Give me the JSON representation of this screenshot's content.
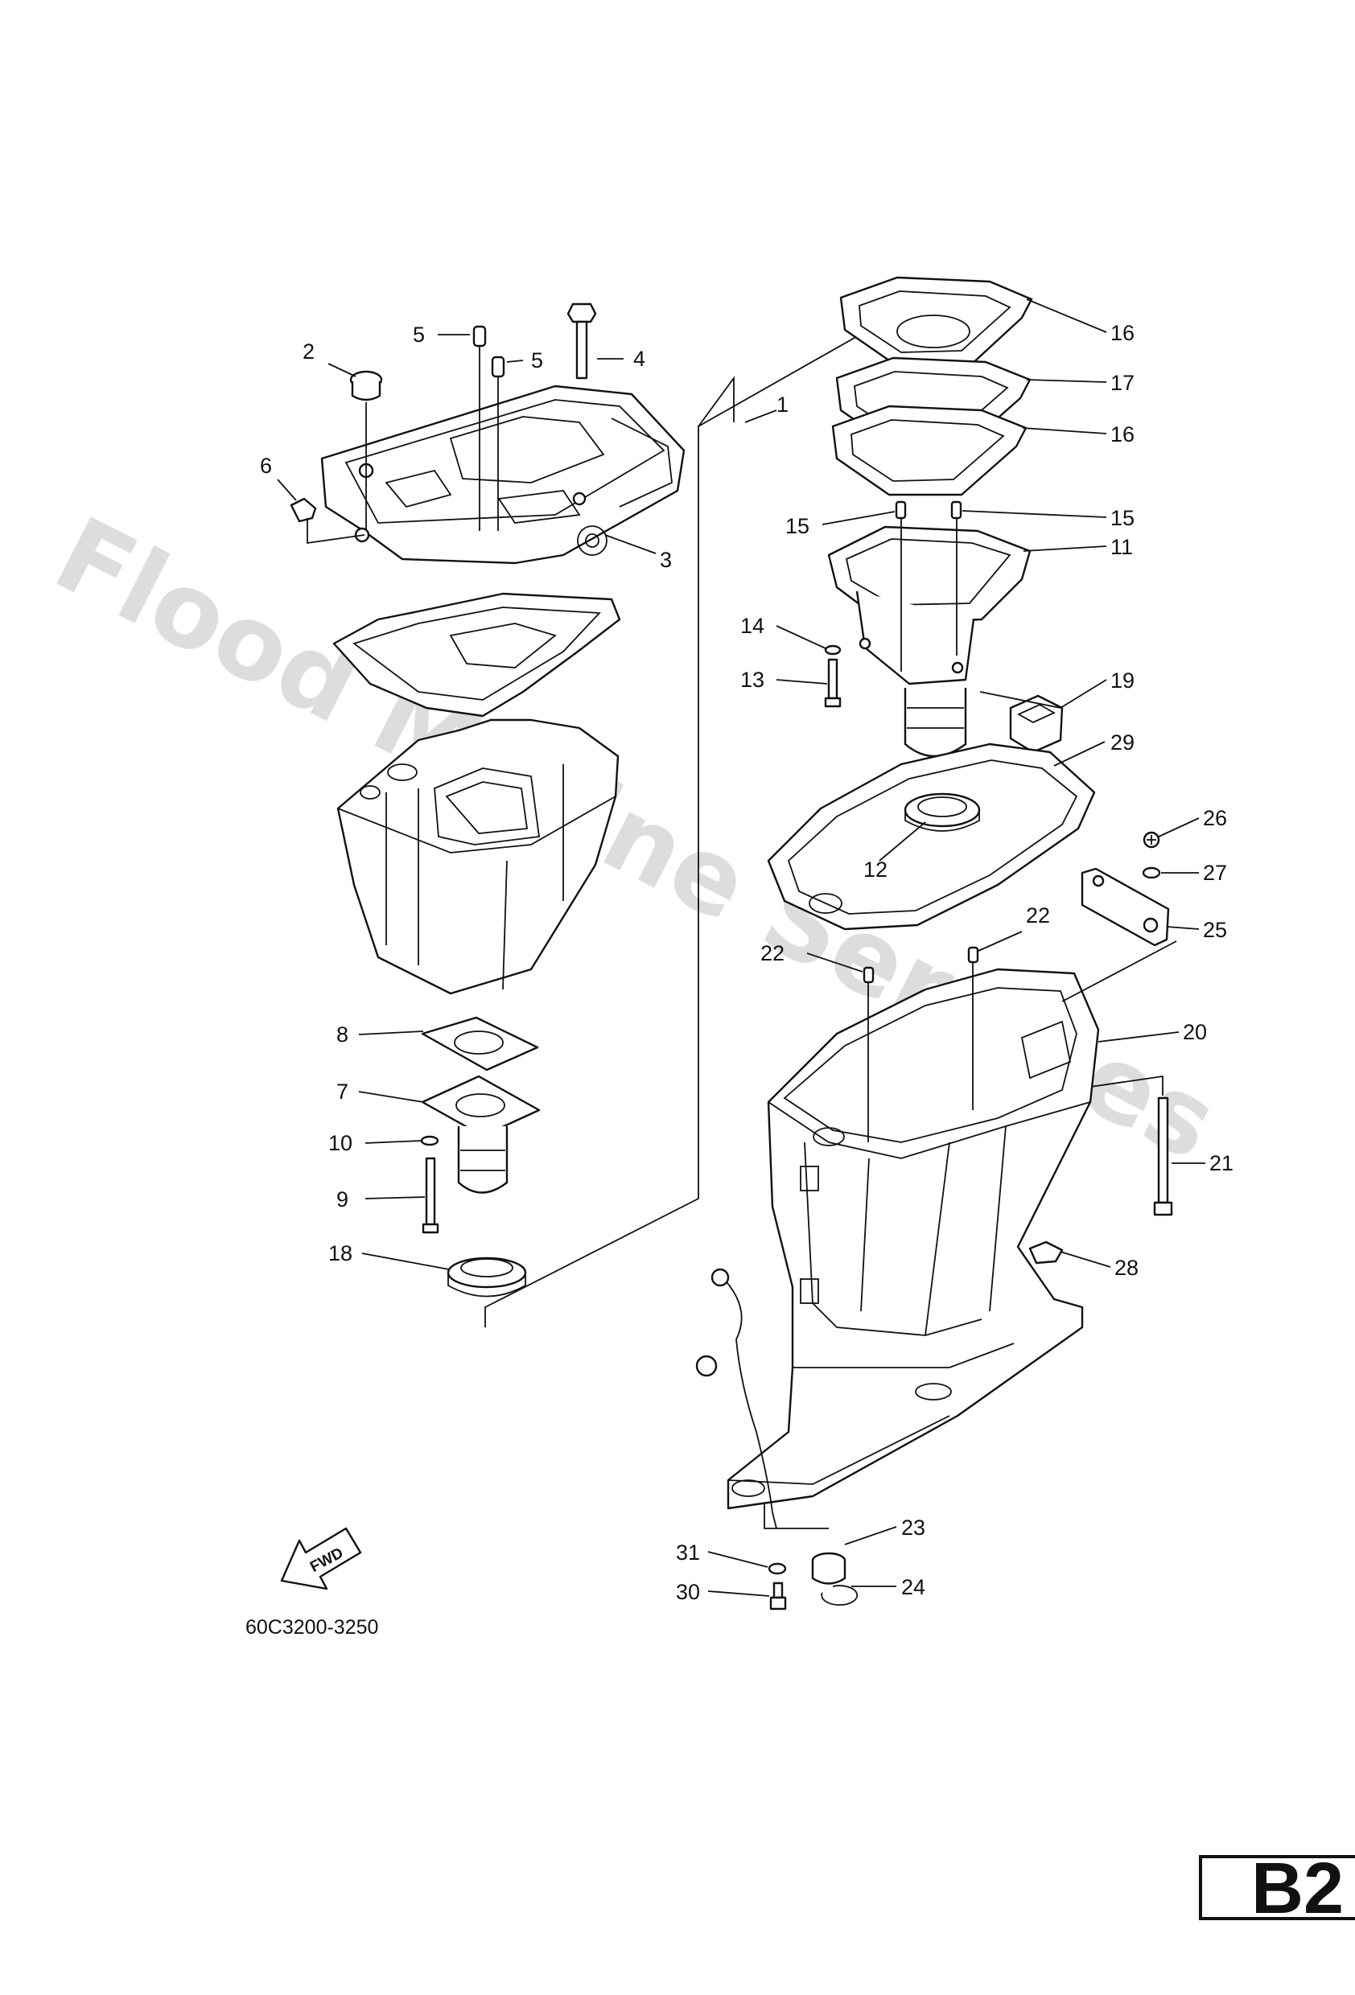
{
  "diagram": {
    "reference_code": "60C3200-3250",
    "section_badge": "B2",
    "watermark": "Flood Marine Services",
    "direction_arrow_label": "FWD",
    "callout_numbers": [
      "1",
      "2",
      "3",
      "4",
      "5",
      "5",
      "6",
      "7",
      "8",
      "9",
      "10",
      "11",
      "12",
      "13",
      "14",
      "15",
      "15",
      "16",
      "16",
      "17",
      "18",
      "19",
      "20",
      "21",
      "22",
      "22",
      "23",
      "24",
      "25",
      "26",
      "27",
      "28",
      "29",
      "30",
      "31"
    ]
  }
}
